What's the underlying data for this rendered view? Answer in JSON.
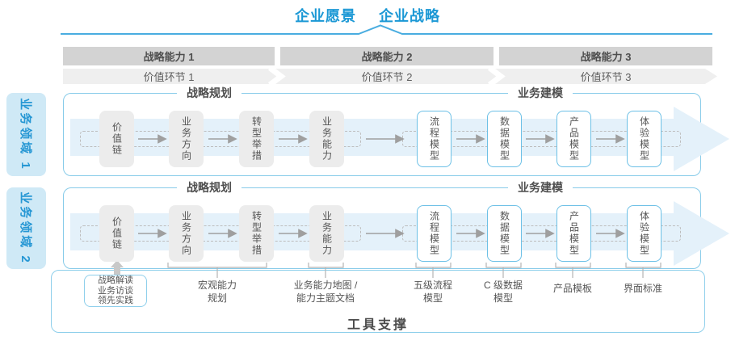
{
  "header": {
    "vision": "企业愿景",
    "strategy": "企业战略"
  },
  "strategy_row": {
    "capabilities": [
      "战略能力 1",
      "战略能力 2",
      "战略能力 3"
    ],
    "value_links": [
      "价值环节 1",
      "价值环节 2",
      "价值环节 3"
    ]
  },
  "domains": [
    {
      "label": "业务领域 1"
    },
    {
      "label": "业务领域 2"
    }
  ],
  "panel": {
    "planning_title": "战略规划",
    "modeling_title": "业务建模",
    "planning_boxes": [
      "价值链",
      "业务方向",
      "转型举措",
      "业务能力"
    ],
    "modeling_boxes": [
      "流程模型",
      "数据模型",
      "产品模型",
      "体验模型"
    ]
  },
  "footer": {
    "practice_box": [
      "战略解读",
      "业务访谈",
      "领先实践"
    ],
    "labels": [
      "宏观能力\n规划",
      "业务能力地图 /\n能力主题文档",
      "五级流程\n模型",
      "C 级数据\n模型",
      "产品模板",
      "界面标准"
    ],
    "tool_support": "工具支撑"
  },
  "colors": {
    "accent_blue": "#1b98d5",
    "panel_border": "#87cbe9",
    "band_fill": "#e4f1fa",
    "bar_gray": "#d3d3d3",
    "value_gray": "#efefef",
    "box_gray": "#ececec",
    "arrow_gray": "#9f9f9f"
  }
}
